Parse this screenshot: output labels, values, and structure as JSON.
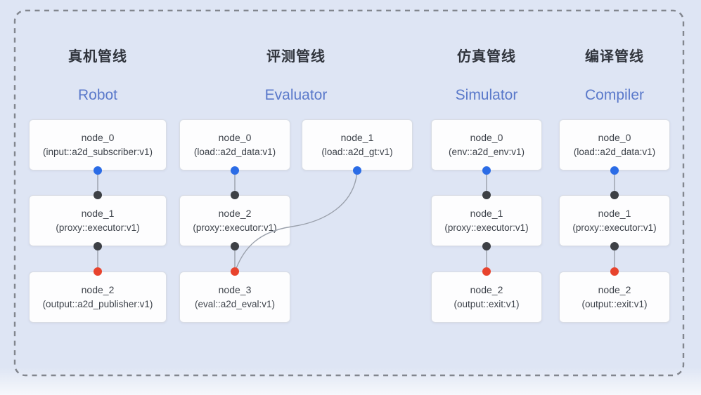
{
  "canvas": {
    "background_color": "#dee5f4",
    "dashed_border_color": "#82868e"
  },
  "ports": {
    "input_dot_color": "#2b6ce6",
    "internal_dot_color": "#3d4045",
    "output_dot_color": "#e8432d",
    "edge_color": "#9aa0ab"
  },
  "pipelines": [
    {
      "title_zh": "真机管线",
      "title_en": "Robot",
      "nodes": [
        {
          "name": "node_0",
          "type": "(input::a2d_subscriber:v1)"
        },
        {
          "name": "node_1",
          "type": "(proxy::executor:v1)"
        },
        {
          "name": "node_2",
          "type": "(output::a2d_publisher:v1)"
        }
      ]
    },
    {
      "title_zh": "评测管线",
      "title_en": "Evaluator",
      "nodes": [
        {
          "name": "node_0",
          "type": "(load::a2d_data:v1)"
        },
        {
          "name": "node_1",
          "type": "(load::a2d_gt:v1)"
        },
        {
          "name": "node_2",
          "type": "(proxy::executor:v1)"
        },
        {
          "name": "node_3",
          "type": "(eval::a2d_eval:v1)"
        }
      ]
    },
    {
      "title_zh": "仿真管线",
      "title_en": "Simulator",
      "nodes": [
        {
          "name": "node_0",
          "type": "(env::a2d_env:v1)"
        },
        {
          "name": "node_1",
          "type": "(proxy::executor:v1)"
        },
        {
          "name": "node_2",
          "type": "(output::exit:v1)"
        }
      ]
    },
    {
      "title_zh": "编译管线",
      "title_en": "Compiler",
      "nodes": [
        {
          "name": "node_0",
          "type": "(load::a2d_data:v1)"
        },
        {
          "name": "node_1",
          "type": "(proxy::executor:v1)"
        },
        {
          "name": "node_2",
          "type": "(output::exit:v1)"
        }
      ]
    }
  ],
  "edges": [
    {
      "pipeline": "Robot",
      "from": "node_0",
      "to": "node_1"
    },
    {
      "pipeline": "Robot",
      "from": "node_1",
      "to": "node_2"
    },
    {
      "pipeline": "Evaluator",
      "from": "node_0",
      "to": "node_2"
    },
    {
      "pipeline": "Evaluator",
      "from": "node_1",
      "to": "node_3"
    },
    {
      "pipeline": "Evaluator",
      "from": "node_2",
      "to": "node_3"
    },
    {
      "pipeline": "Simulator",
      "from": "node_0",
      "to": "node_1"
    },
    {
      "pipeline": "Simulator",
      "from": "node_1",
      "to": "node_2"
    },
    {
      "pipeline": "Compiler",
      "from": "node_0",
      "to": "node_1"
    },
    {
      "pipeline": "Compiler",
      "from": "node_1",
      "to": "node_2"
    }
  ]
}
